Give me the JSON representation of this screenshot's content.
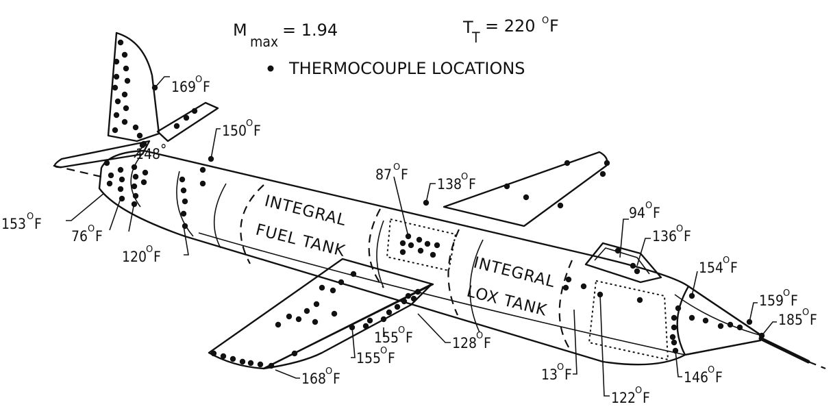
{
  "header": {
    "mach_symbol": "M",
    "mach_sub": "max",
    "mach_value": "= 1.94",
    "tt_symbol": "T",
    "tt_sub": "T",
    "tt_value": "= 220",
    "tt_unit": "F",
    "legend_text": "THERMOCOUPLE LOCATIONS"
  },
  "regions": {
    "fuel_tank_line1": "INTEGRAL",
    "fuel_tank_line2": "FUEL TANK",
    "lox_tank_line1": "INTEGRAL",
    "lox_tank_line2": "LOX TANK"
  },
  "temperatures": {
    "t169": "169",
    "t150": "150",
    "t148": "148",
    "t153": "153",
    "t76": "76",
    "t120": "120",
    "t87": "87",
    "t138": "138",
    "t94": "94",
    "t136": "136",
    "t154": "154",
    "t159": "159",
    "t185": "185",
    "t155a": "155",
    "t128": "128",
    "t155b": "155",
    "t168": "168",
    "t13": "13",
    "t146": "146",
    "t122": "122",
    "deg": "O",
    "unit": "F",
    "deg_plain": "°"
  }
}
